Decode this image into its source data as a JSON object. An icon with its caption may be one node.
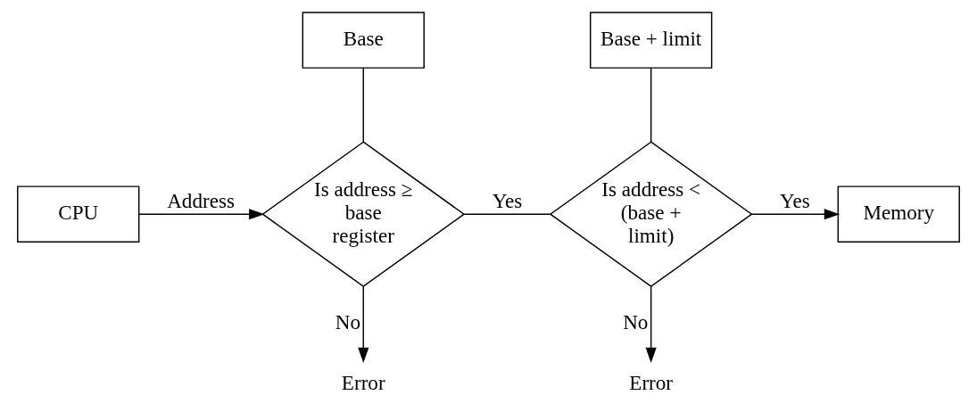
{
  "diagram": {
    "nodes": [
      {
        "text": [
          "CPU"
        ]
      },
      {
        "text": [
          "Base"
        ]
      },
      {
        "text": [
          "Is address ≥ base register"
        ]
      },
      {
        "text": [
          "Base + limit"
        ]
      },
      {
        "text": [
          "Is address < (base + limit)"
        ]
      },
      {
        "text": [
          "Memory"
        ]
      },
      {
        "text": [
          "Error"
        ]
      },
      {
        "text": [
          "Error"
        ]
      }
    ],
    "edges": [
      {
        "from": 0,
        "to": 2,
        "arrow": "to",
        "label": "Address"
      },
      {
        "from": 1,
        "to": 2,
        "arrow": "none"
      },
      {
        "from": 2,
        "to": 4,
        "arrow": "none",
        "label": "Yes"
      },
      {
        "from": 3,
        "to": 4,
        "arrow": "none"
      },
      {
        "from": 4,
        "to": 5,
        "arrow": "to",
        "label": "Yes"
      },
      {
        "from": 2,
        "to": 6,
        "arrow": "to",
        "label": "No"
      },
      {
        "from": 4,
        "to": 7,
        "arrow": "to",
        "label": "No"
      }
    ]
  }
}
